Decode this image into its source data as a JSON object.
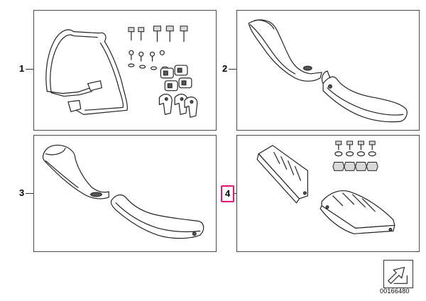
{
  "callouts": [
    {
      "id": "1",
      "label": "1"
    },
    {
      "id": "2",
      "label": "2"
    },
    {
      "id": "3",
      "label": "3"
    },
    {
      "id": "4",
      "label": "4",
      "highlighted": true
    }
  ],
  "document_number": "00166480",
  "colors": {
    "highlight": "#e5147a",
    "line": "#222222",
    "background": "#ffffff"
  }
}
